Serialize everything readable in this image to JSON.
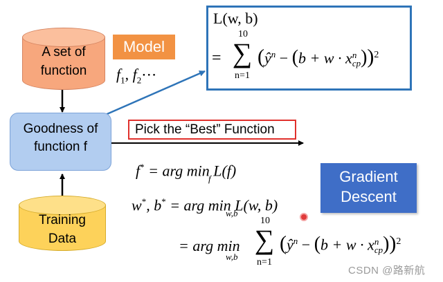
{
  "cylinders": {
    "function_set": {
      "line1": "A set of",
      "line2": "function",
      "color": "#f7a77d"
    },
    "training_data": {
      "line1": "Training",
      "line2": "Data",
      "color": "#fdd25a"
    }
  },
  "model_badge": {
    "label": "Model",
    "color": "#f29243"
  },
  "function_list": {
    "f1": "f",
    "sub1": "1",
    "sep": ", ",
    "f2": "f",
    "sub2": "2",
    "ellipsis": "⋯"
  },
  "goodness": {
    "line1": "Goodness of",
    "line2": "function f",
    "color": "#b2cdf0"
  },
  "loss_box": {
    "lhs": "L(w, b)",
    "equals": "=",
    "sum_upper": "10",
    "sum_lower": "n=1",
    "term_open": "(",
    "yhat": "ŷ",
    "n_sup": "n",
    "minus": " − ",
    "inner_open": "(",
    "b_plus_w": "b + w · x",
    "x_sup": "n",
    "x_sub": "cp",
    "inner_close": ")",
    "term_close": ")",
    "power": "2",
    "border_color": "#2e74b8"
  },
  "pick_box": {
    "label": "Pick the “Best” Function",
    "border_color": "#e0302c"
  },
  "equations": {
    "eq1": {
      "lhs": "f",
      "star": "*",
      "rhs": " = arg min ",
      "under": "f",
      "tail": "L(f)"
    },
    "eq2": {
      "lhs": "w",
      "star1": "*",
      "mid": ", b",
      "star2": "*",
      "rhs": " = arg min ",
      "under": "w,b",
      "tail": "L(w, b)"
    },
    "eq3": {
      "prefix": "= arg min ",
      "under": "w,b",
      "sum_upper": "10",
      "sum_lower": "n=1",
      "term_open": "(",
      "yhat": "ŷ",
      "n_sup": "n",
      "minus": " − ",
      "inner_open": "(",
      "b_plus_w": "b + w · x",
      "x_sup": "n",
      "x_sub": "cp",
      "inner_close": ")",
      "term_close": ")",
      "power": "2"
    }
  },
  "gradient_descent": {
    "line1": "Gradient",
    "line2": "Descent",
    "color": "#3f6ec7"
  },
  "watermark": "CSDN @路新航"
}
